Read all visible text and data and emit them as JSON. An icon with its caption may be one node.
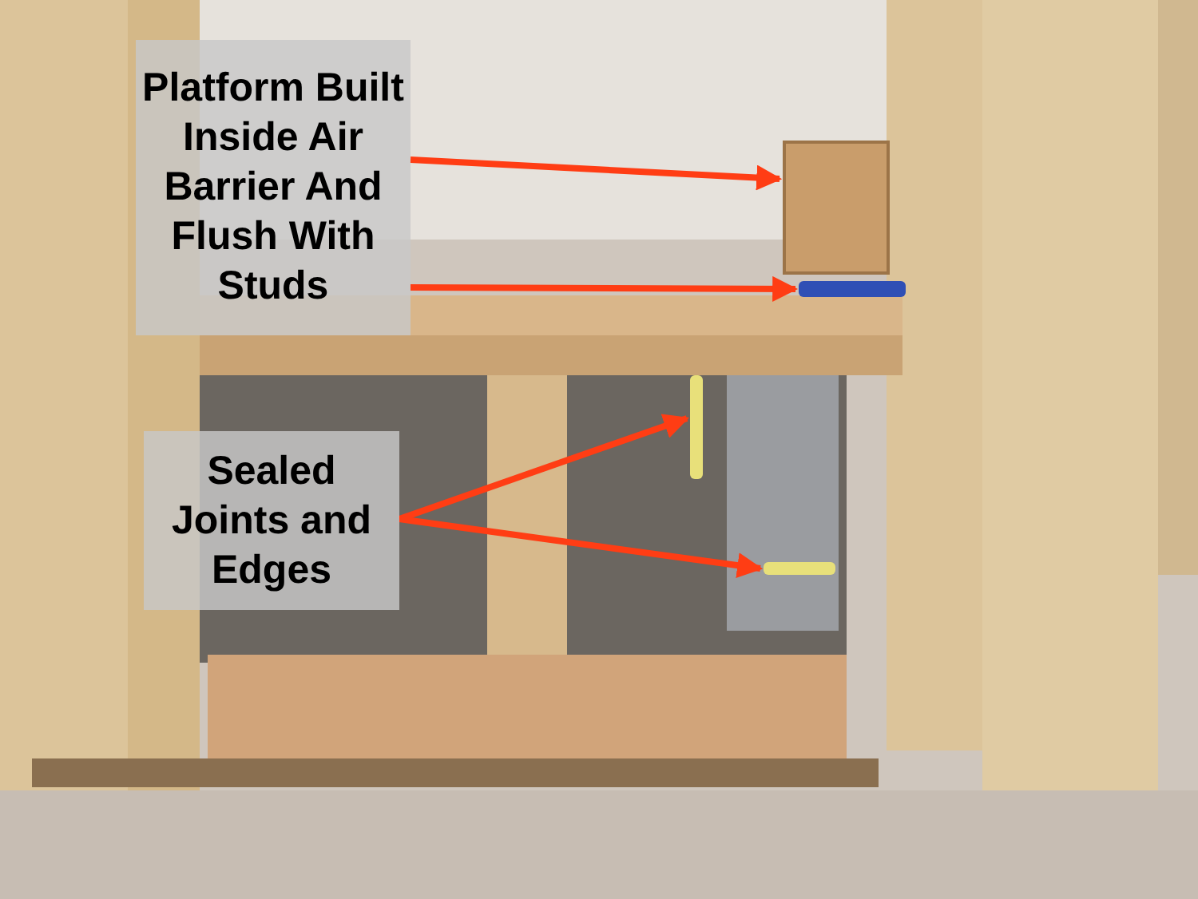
{
  "diagram": {
    "nodes": [
      {
        "text": [
          "Platform Built Inside Air Barrier And Flush With Studs"
        ]
      },
      {
        "text": [],
        "shape": "box"
      },
      {
        "text": [],
        "shape": "bar"
      },
      {
        "text": [
          "Sealed Joints and Edges"
        ]
      },
      {
        "text": [],
        "shape": "bar"
      },
      {
        "text": [],
        "shape": "bar"
      }
    ],
    "edges": [
      {
        "from": 0,
        "to": 1,
        "arrow": "to"
      },
      {
        "from": 0,
        "to": 2,
        "arrow": "to"
      },
      {
        "from": 3,
        "to": 4,
        "arrow": "to"
      },
      {
        "from": 3,
        "to": 5,
        "arrow": "to"
      }
    ]
  }
}
